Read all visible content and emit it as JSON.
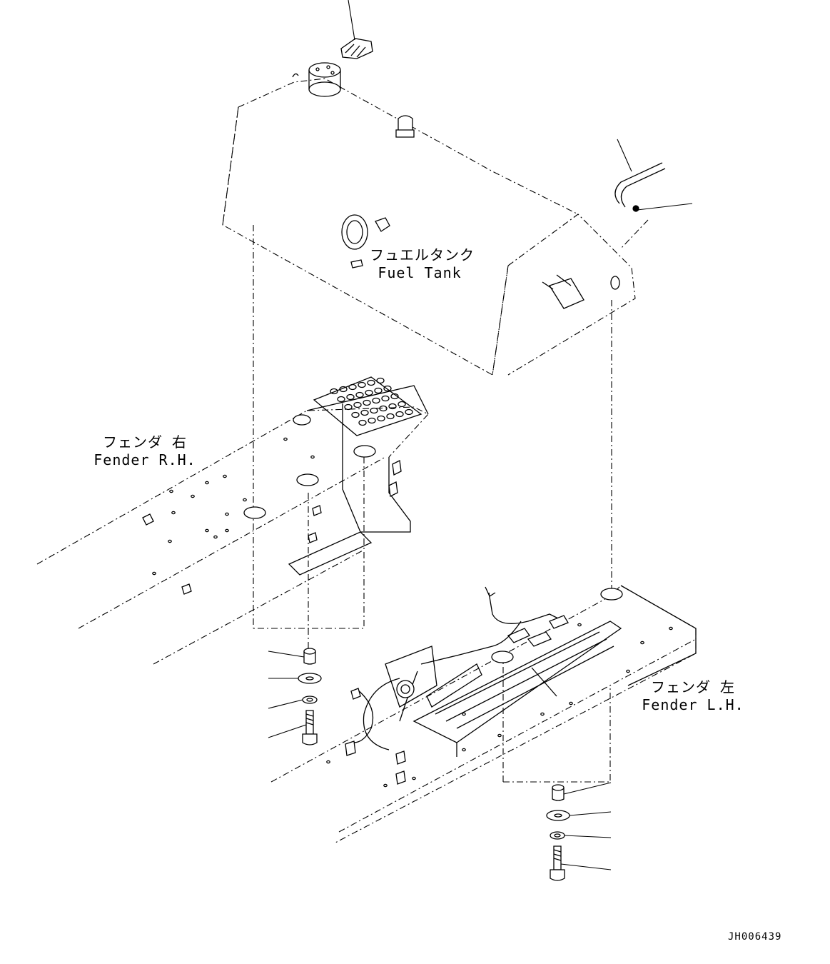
{
  "labels": {
    "fuel_tank_jp": "フュエルタンク",
    "fuel_tank_en": "Fuel Tank",
    "fender_rh_jp": "フェンダ 右",
    "fender_rh_en": "Fender R.H.",
    "fender_lh_jp": "フェンダ 左",
    "fender_lh_en": "Fender L.H."
  },
  "reference_code": "JH006439"
}
